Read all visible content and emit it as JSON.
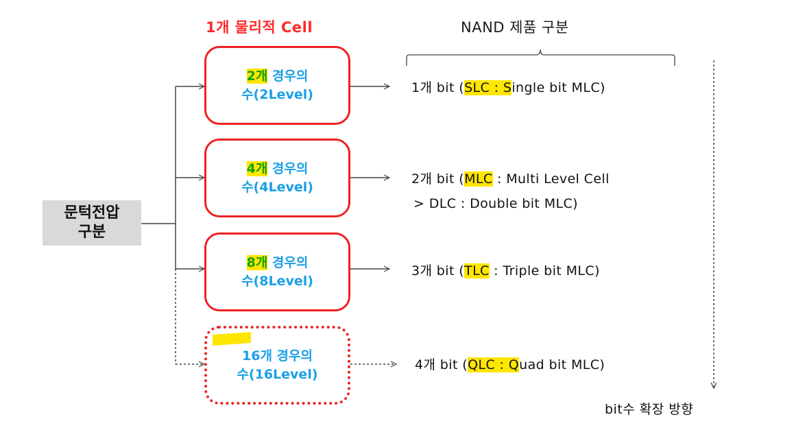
{
  "header": {
    "physical_cell": "1개 물리적 Cell",
    "nand_category": "NAND 제품 구분"
  },
  "source": {
    "line1": "문턱전압",
    "line2": "구분"
  },
  "cells": [
    {
      "count": "2개",
      "suffix": " 경우의",
      "line2": "수(2Level)"
    },
    {
      "count": "4개",
      "suffix": " 경우의",
      "line2": "수(4Level)"
    },
    {
      "count": "8개",
      "suffix": " 경우의",
      "line2": "수(8Level)"
    },
    {
      "count": "16개",
      "suffix": " 경우의",
      "line2": "수(16Level)"
    }
  ],
  "outputs": [
    {
      "pre": "1개 bit (",
      "hl": "SLC",
      "mid": " : S",
      "post": "ingle bit MLC)"
    },
    {
      "pre": "2개 bit (",
      "hl": "MLC",
      "mid": " : Multi Level Cell",
      "post": ""
    },
    {
      "pre": "3개 bit (",
      "hl": "TLC",
      "mid": " : Triple bit MLC)",
      "post": ""
    },
    {
      "pre": "4개 bit (",
      "hl": "QLC",
      "mid": " : Q",
      "post": "uad bit MLC)"
    }
  ],
  "dlc_line": "> DLC : Double bit MLC)",
  "footer": "bit수 확장 방향"
}
